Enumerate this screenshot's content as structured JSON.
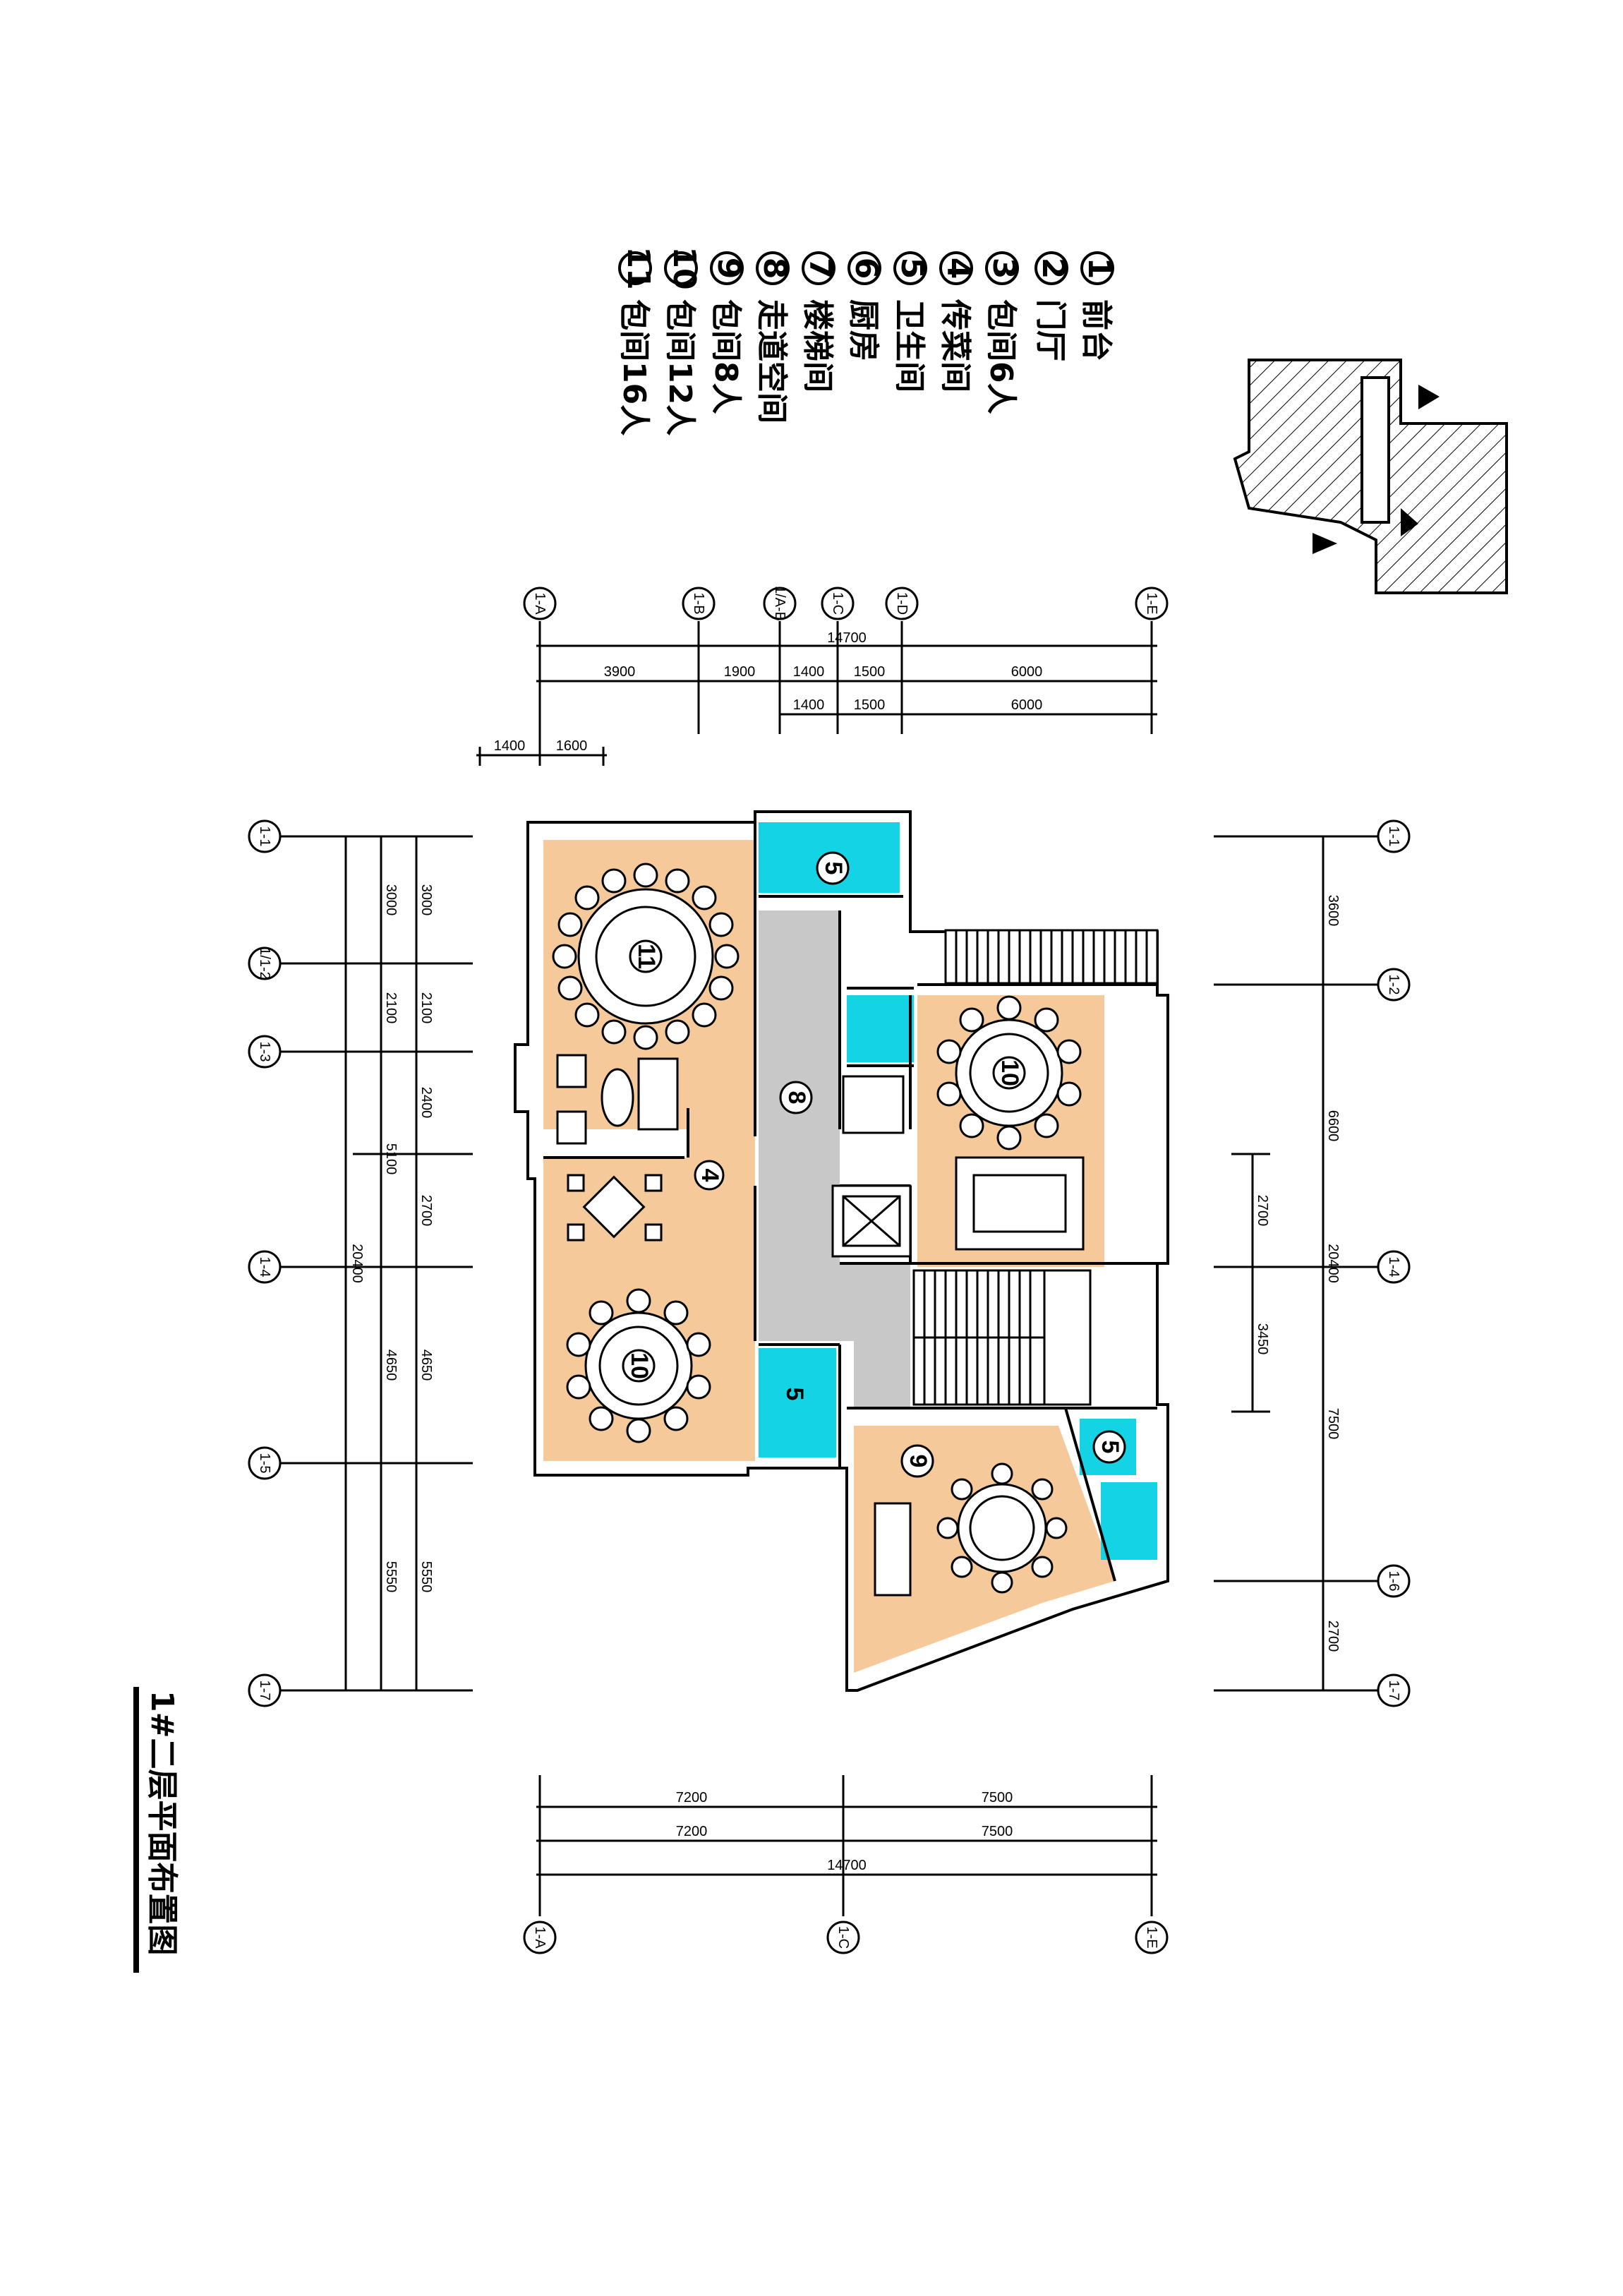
{
  "drawing_title": "1#二层平面布置图",
  "legend": [
    {
      "num": "1",
      "label": "前台"
    },
    {
      "num": "2",
      "label": "门厅"
    },
    {
      "num": "3",
      "label": "包间6人"
    },
    {
      "num": "4",
      "label": "传菜间"
    },
    {
      "num": "5",
      "label": "卫生间"
    },
    {
      "num": "6",
      "label": "厨房"
    },
    {
      "num": "7",
      "label": "楼梯间"
    },
    {
      "num": "8",
      "label": "走道空间"
    },
    {
      "num": "9",
      "label": "包间8人"
    },
    {
      "num": "10",
      "label": "包间12人"
    },
    {
      "num": "11",
      "label": "包间16人"
    }
  ],
  "grid_top": [
    "1-A",
    "1-B",
    "1/A-B",
    "1-C",
    "1-D",
    "1-E"
  ],
  "grid_bottom": [
    "1-A",
    "1-C",
    "1-E"
  ],
  "grid_left": [
    "1-1",
    "1/1-2",
    "1-3",
    "1-4",
    "1-5",
    "1-7"
  ],
  "grid_right": [
    "1-1",
    "1-2",
    "1-4",
    "1-6",
    "1-7"
  ],
  "dims_top_total": "14700",
  "dims_top_row1": [
    "3900",
    "1900",
    "1400",
    "1500",
    "6000"
  ],
  "dims_top_row2": [
    "1400",
    "1500",
    "6000"
  ],
  "dims_top_short": [
    "1400",
    "1600"
  ],
  "dims_left_total": "20400",
  "dims_left_col1": [
    "3000",
    "2100",
    "5100",
    "4650",
    "5550"
  ],
  "dims_left_col2": [
    "3000",
    "2100",
    "2400",
    "2700",
    "4650",
    "5550"
  ],
  "dims_right_total": "20400",
  "dims_right_col": [
    "3600",
    "6600",
    "7500",
    "2700"
  ],
  "dims_right_inner": [
    "2700",
    "3450"
  ],
  "dims_bottom_row1": [
    "7200",
    "7500"
  ],
  "dims_bottom_row2": [
    "7200",
    "7500"
  ],
  "dims_bottom_total": "14700",
  "room_tags": [
    "11",
    "10",
    "10",
    "9",
    "8",
    "4",
    "5",
    "5",
    "5"
  ],
  "colors": {
    "room_fill": "#f6c99b",
    "corridor_fill": "#c8c8c8",
    "toilet_fill": "#13d3e5",
    "line": "#000000"
  }
}
